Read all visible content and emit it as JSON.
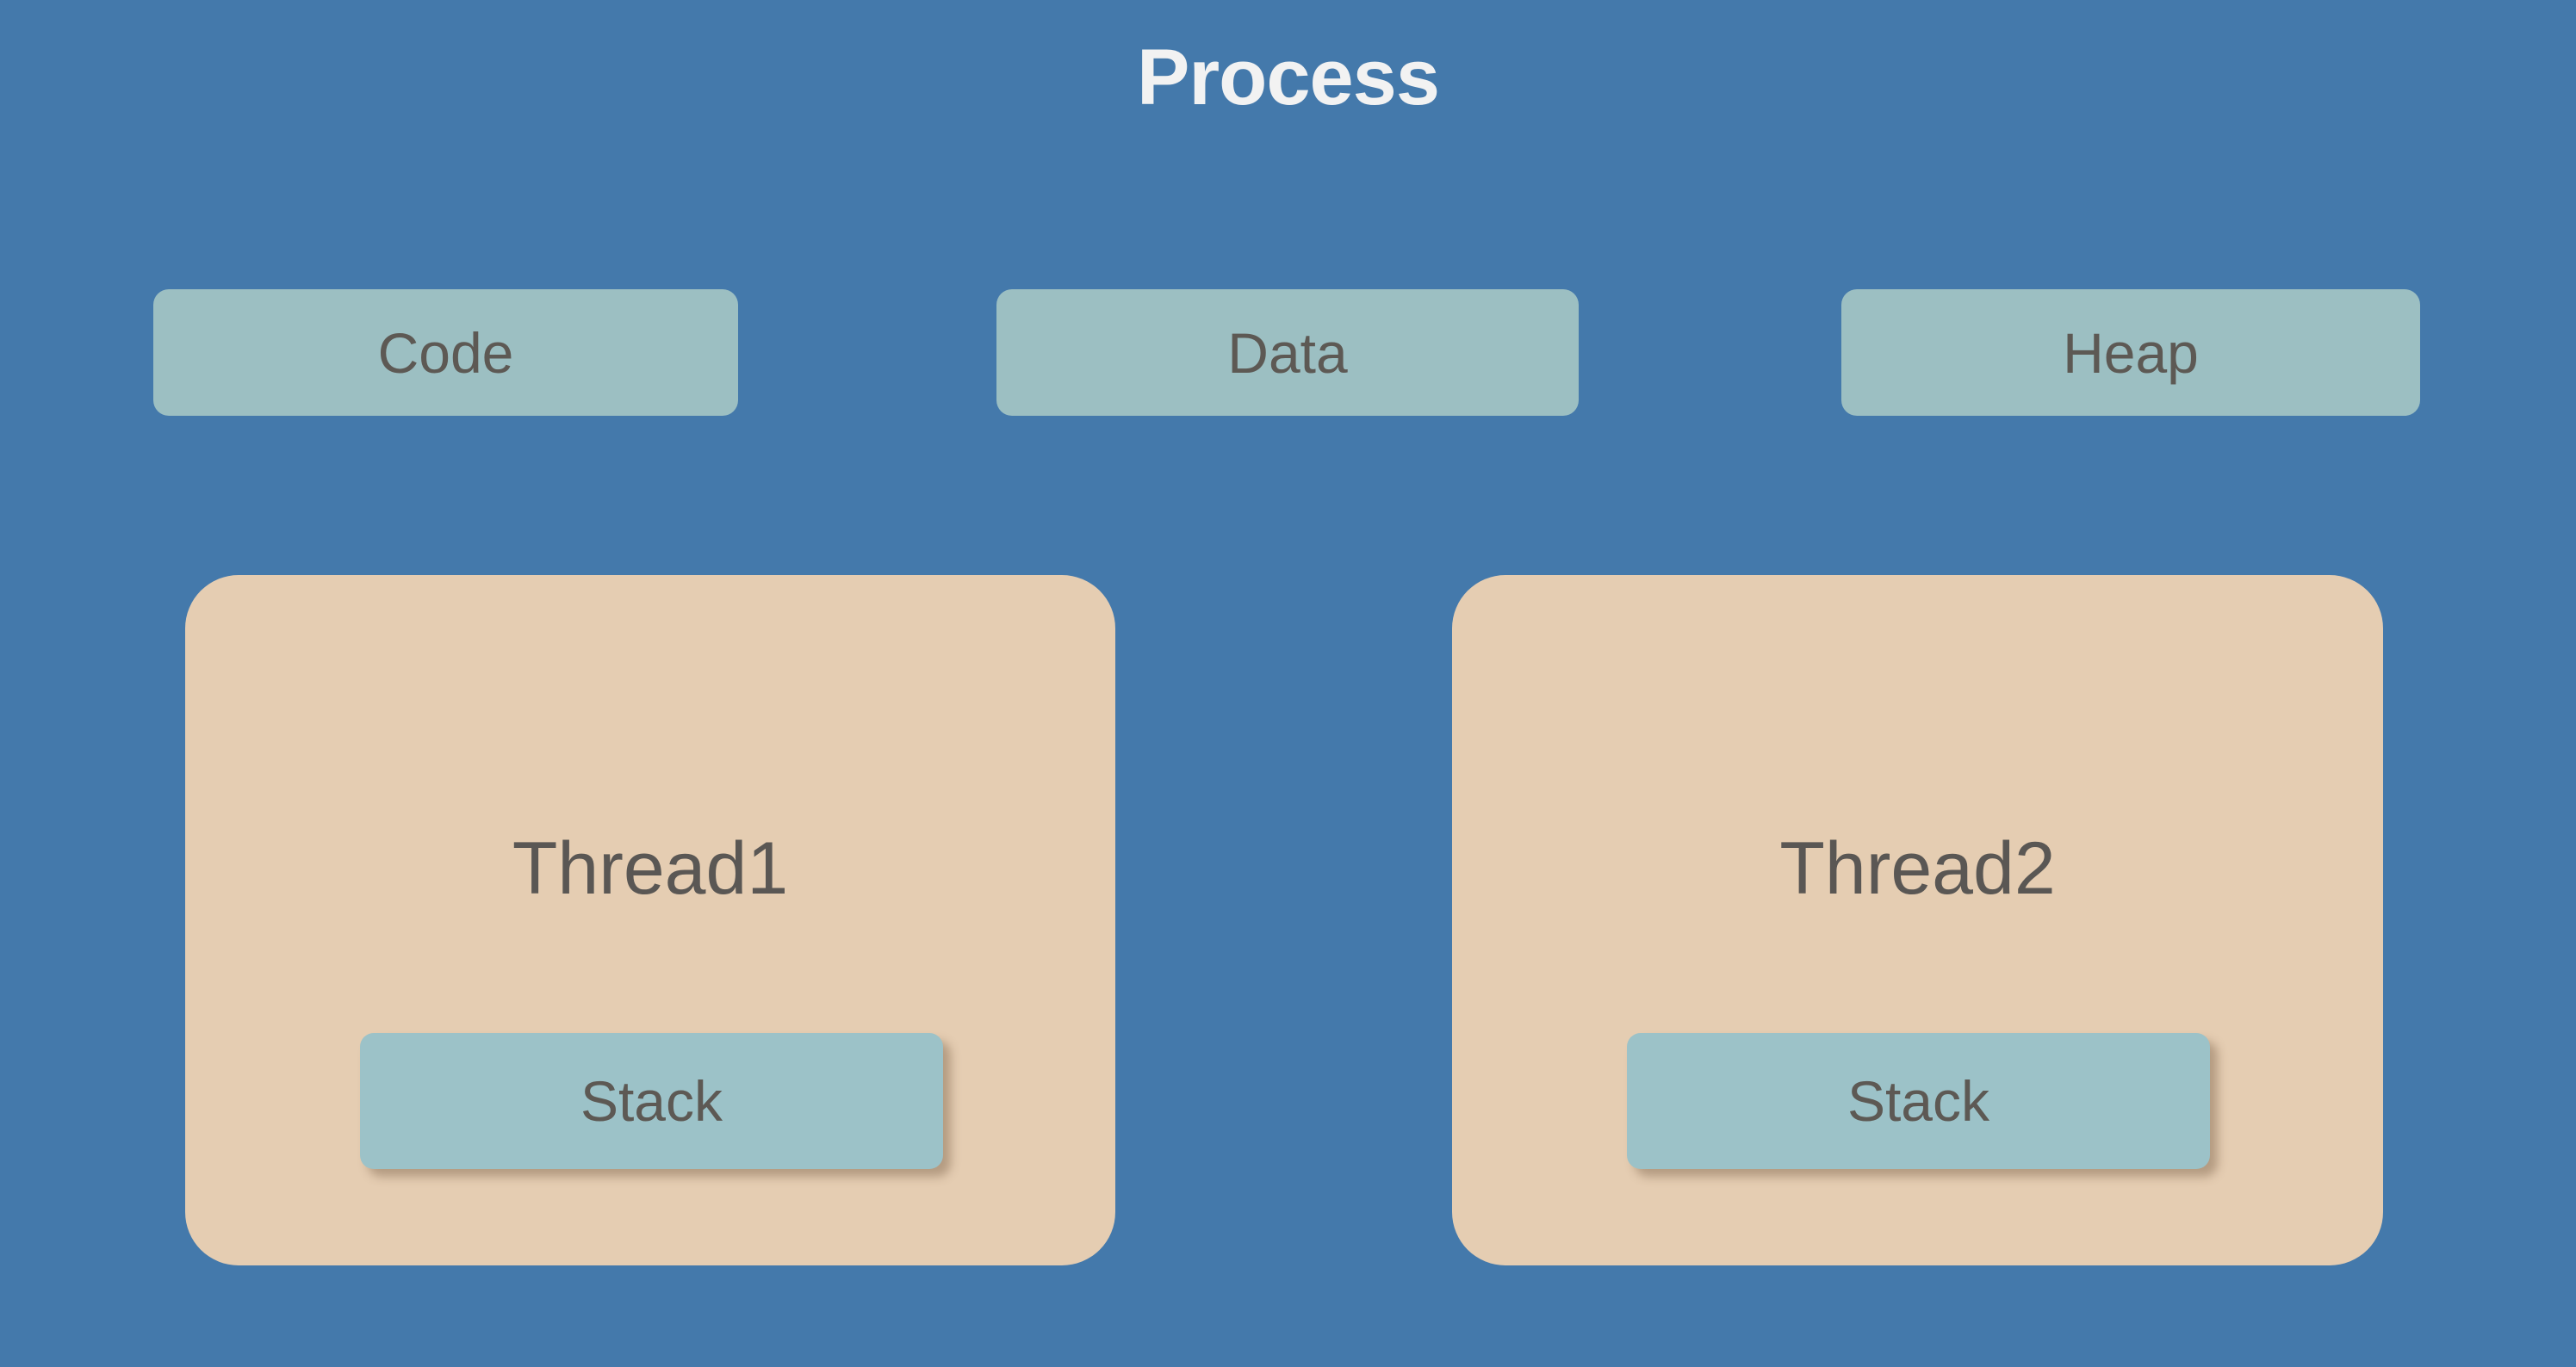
{
  "diagram": {
    "title": "Process",
    "background_color": "#4479ab",
    "title_color": "#f2f2f2"
  },
  "segments": {
    "box_color": "#9cbfc2",
    "label_color": "#5d5954",
    "items": [
      {
        "id": "code",
        "label": "Code"
      },
      {
        "id": "data",
        "label": "Data"
      },
      {
        "id": "heap",
        "label": "Heap"
      }
    ]
  },
  "threads": {
    "card_color": "#e5cdb2",
    "label_color": "#5a5754",
    "stack_color": "#9cc2c8",
    "items": [
      {
        "id": "thread1",
        "label": "Thread1",
        "stack_label": "Stack"
      },
      {
        "id": "thread2",
        "label": "Thread2",
        "stack_label": "Stack"
      }
    ]
  }
}
